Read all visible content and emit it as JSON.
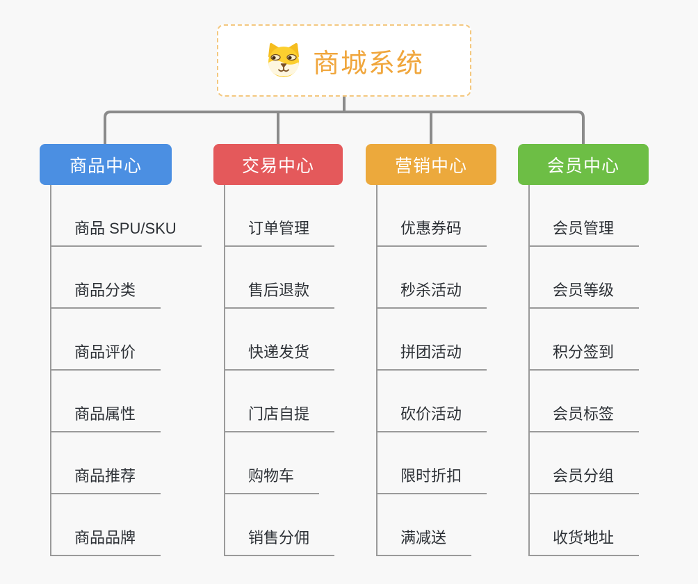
{
  "root": {
    "title": "商城系统",
    "icon": "dog-face"
  },
  "branches": [
    {
      "label": "商品中心",
      "color": "#4B8FE2",
      "items": [
        "商品 SPU/SKU",
        "商品分类",
        "商品评价",
        "商品属性",
        "商品推荐",
        "商品品牌"
      ]
    },
    {
      "label": "交易中心",
      "color": "#E4595B",
      "items": [
        "订单管理",
        "售后退款",
        "快递发货",
        "门店自提",
        "购物车",
        "销售分佣"
      ]
    },
    {
      "label": "营销中心",
      "color": "#ECA93C",
      "items": [
        "优惠券码",
        "秒杀活动",
        "拼团活动",
        "砍价活动",
        "限时折扣",
        "满减送"
      ]
    },
    {
      "label": "会员中心",
      "color": "#6DBE45",
      "items": [
        "会员管理",
        "会员等级",
        "积分签到",
        "会员标签",
        "会员分组",
        "收货地址"
      ]
    }
  ],
  "colors": {
    "background": "#F8F8F8",
    "root_text": "#F0A63C",
    "root_border": "#F4C87F",
    "connector": "#8B8B8B",
    "leaf_line": "#9A9A9A",
    "leaf_text": "#2D3136"
  }
}
